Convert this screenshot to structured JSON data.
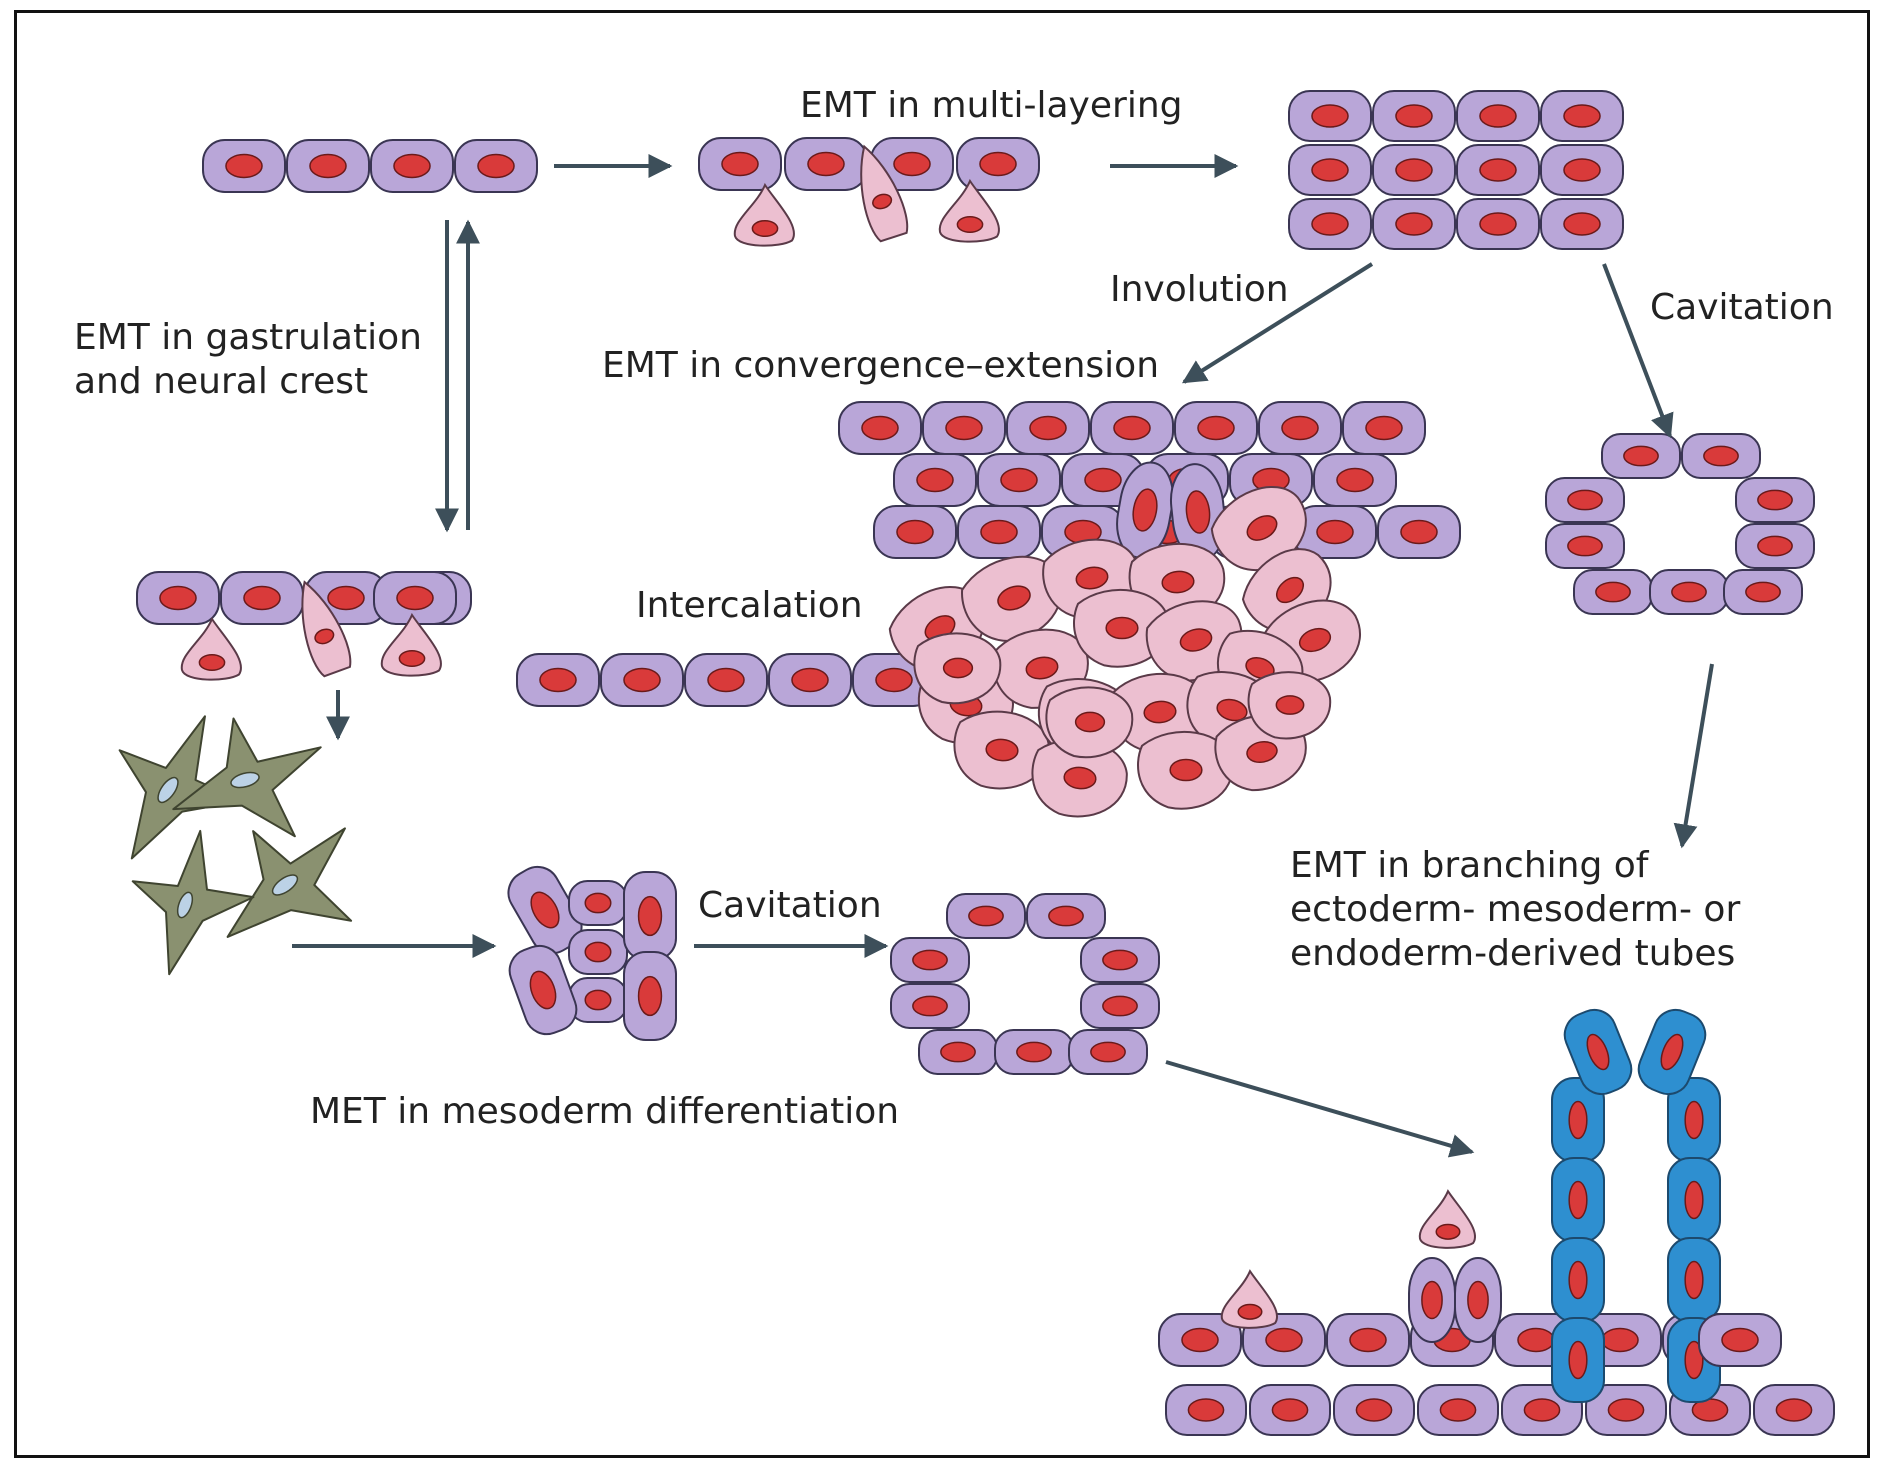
{
  "colors": {
    "epithelial": "#b9a6d8",
    "epithelial_stroke": "#3a3553",
    "mesenchymal": "#ecbfd0",
    "mesenchymal_stroke": "#5a3a48",
    "migratory": "#8a9170",
    "tube": "#2e8fd0",
    "nucleus": "#d93a3a",
    "nucleus_pale": "#bcd2e6",
    "arrow": "#3d4f5a"
  },
  "labels": {
    "multi_layering": "EMT in multi-layering",
    "gastrulation_line1": "EMT in gastrulation",
    "gastrulation_line2": "and neural crest",
    "involution": "Involution",
    "convergence": "EMT in convergence–extension",
    "cavitation_right": "Cavitation",
    "intercalation": "Intercalation",
    "cavitation_bottom": "Cavitation",
    "branching_line1": "EMT in branching of",
    "branching_line2": "ectoderm- mesoderm- or",
    "branching_line3": "endoderm-derived tubes",
    "met": "MET in mesoderm differentiation"
  }
}
